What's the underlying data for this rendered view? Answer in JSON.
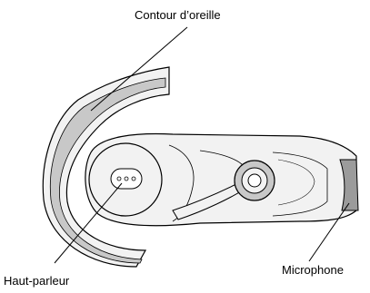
{
  "labels": {
    "ear_hook": "Contour d’oreille",
    "speaker": "Haut-parleur",
    "microphone": "Microphone"
  },
  "colors": {
    "body": "#f2f2f2",
    "shade": "#c8c8c8",
    "dark": "#9b9b9b",
    "outline": "#000000"
  }
}
